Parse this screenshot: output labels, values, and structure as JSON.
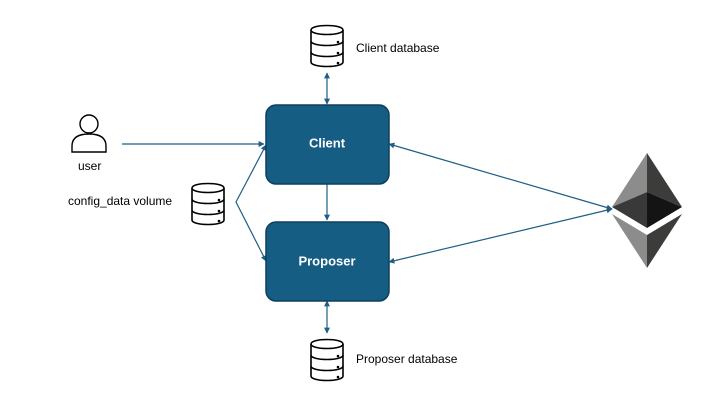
{
  "nodes": {
    "client_label": "Client",
    "proposer_label": "Proposer"
  },
  "labels": {
    "client_database": "Client database",
    "proposer_database": "Proposer database",
    "config_volume": "config_data volume",
    "user": "user"
  },
  "icons": {
    "client_db": "database-icon",
    "proposer_db": "database-icon",
    "config_volume": "database-icon",
    "user": "user-icon",
    "ethereum": "ethereum-logo-icon"
  },
  "colors": {
    "node_fill": "#165d84",
    "node_stroke": "#0f3f5c",
    "connector": "#1f5f86"
  }
}
